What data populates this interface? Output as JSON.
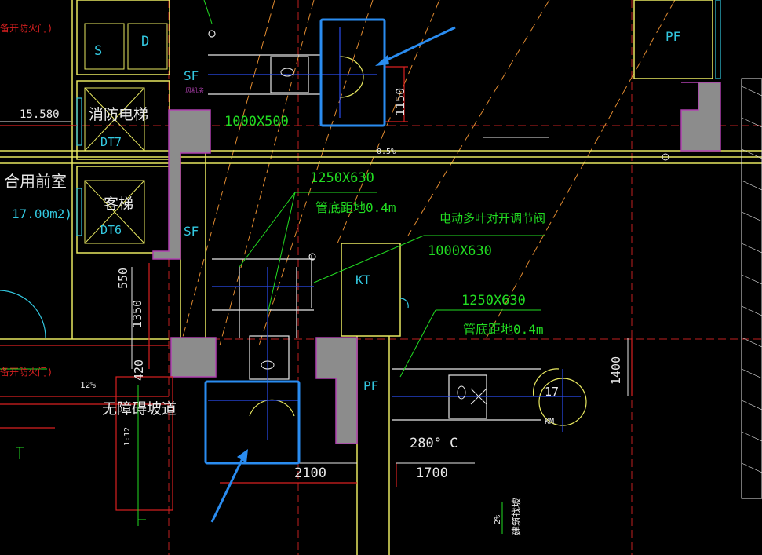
{
  "labels": {
    "top_left_red": "备开防火门)",
    "elev": "15.580",
    "room_1": "S",
    "room_2": "D",
    "sf_top": "SF",
    "sf_small": "风机房",
    "lift_fire": "消防电梯",
    "lift_fire_id": "DT7",
    "lift_guest": "客梯",
    "lift_guest_id": "DT6",
    "lobby": "合用前室",
    "lobby_area": "17.00m2)",
    "sf_mid": "SF",
    "duct_top": "1000X500",
    "dim_1150": "1150",
    "slope_05": "0.5%",
    "duct_1250a": "1250X630",
    "note_height_a": "管底距地0.4m",
    "damper": "电动多叶对开调节阀",
    "duct_1000": "1000X630",
    "kt": "KT",
    "pf_top": "PF",
    "duct_1250b": "1250X630",
    "note_height_b": "管底距地0.4m",
    "dim_550": "550",
    "dim_1350": "1350",
    "dim_420": "420",
    "left_red2": "备开防火门)",
    "slope_12": "12%",
    "ramp": "无障碍坡道",
    "ratio": "1:12",
    "pf_mid": "PF",
    "dim_1400": "1400",
    "temp": "280° C",
    "dim_2100": "2100",
    "dim_1700": "1700",
    "unit_num": "17",
    "unit_tag": "KM",
    "bottom_slope": "2%",
    "bottom_note": "建筑找坡"
  },
  "colors": {
    "bg": "#000000",
    "green": "#22dd22",
    "yellow": "#e8e860",
    "red": "#d92020",
    "cyan": "#33c8e0",
    "white": "#e8e8e8",
    "blue_mark": "#2a8cf0",
    "wall": "#8c8c8c",
    "orange": "#e08a30"
  }
}
